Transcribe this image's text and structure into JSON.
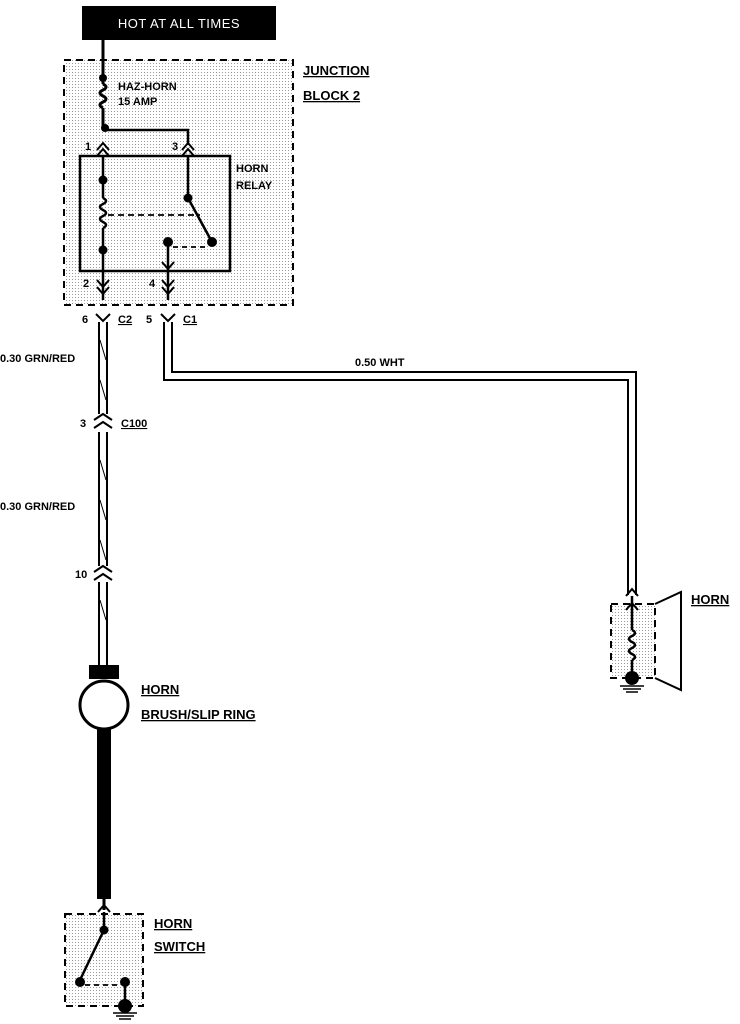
{
  "header": {
    "hot_label": "HOT AT ALL TIMES"
  },
  "junction_block": {
    "title_line1": "JUNCTION",
    "title_line2": "BLOCK 2",
    "fuse_line1": "HAZ-HORN",
    "fuse_line2": "15 AMP",
    "relay_line1": "HORN",
    "relay_line2": "RELAY",
    "pin1": "1",
    "pin2": "2",
    "pin3": "3",
    "pin4": "4"
  },
  "connectors": {
    "c2_pin": "6",
    "c2_name": "C2",
    "c1_pin": "5",
    "c1_name": "C1",
    "c100_pin": "3",
    "c100_name": "C100",
    "lower_pin": "10"
  },
  "wires": {
    "grn_red_upper": "0.30 GRN/RED",
    "grn_red_lower": "0.30 GRN/RED",
    "wht": "0.50 WHT"
  },
  "components": {
    "horn_label": "HORN",
    "brush_line1": "HORN",
    "brush_line2": "BRUSH/SLIP RING",
    "switch_line1": "HORN",
    "switch_line2": "SWITCH"
  }
}
